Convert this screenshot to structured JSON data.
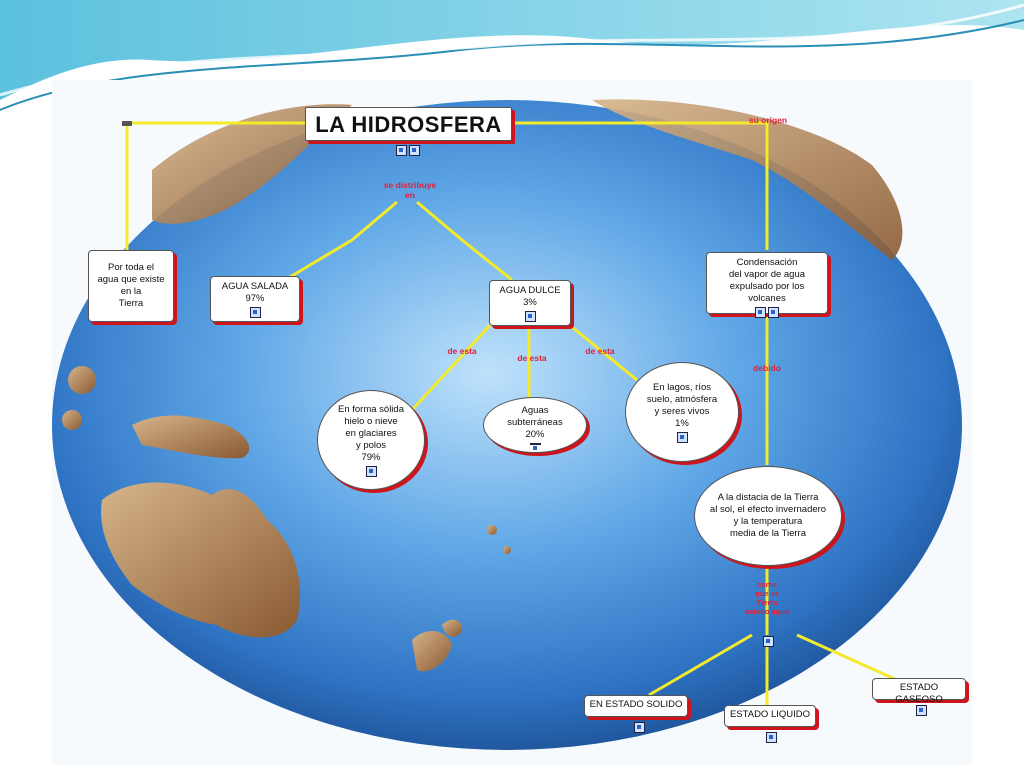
{
  "title": "LA HIDROSFERA",
  "connectors": {
    "distribucion": "se distribuye\nen",
    "de_esta_1": "de esta",
    "de_esta_2": "de esta",
    "de_esta_3": "de esta",
    "origen": "su origen",
    "debido": "debido",
    "bottom": "como\nque se\nTierra\nestado agua"
  },
  "nodes": {
    "toda_tierra": "Por toda el\nagua que existe\nen la\nTierra",
    "salada": "AGUA SALADA\n97%",
    "dulce": "AGUA DULCE\n3%",
    "condensacion": "Condensación\ndel vapor de agua\nexpulsado por los volcanes",
    "solido": "En forma sólida\nhielo o nieve\nen glaciares\ny polos\n79%",
    "subterraneas": "Aguas subterráneas\n20%",
    "lagos": "En lagos, ríos\nsuelo, atmósfera\ny seres vivos\n1%",
    "distancia": "A la distacia de la Tierra\nal sol, el efecto invernadero\ny la temperatura\nmedia de la Tierra",
    "estado_solido": "EN ESTADO SOLIDO",
    "estado_liquido": "ESTADO LIQUIDO",
    "estado_gaseoso": "ESTADO GASEOSO"
  },
  "colors": {
    "line": "#f2ea2a",
    "connector_text": "#e0203a",
    "shadow": "#d0141c",
    "ocean": "#3b86d6"
  }
}
